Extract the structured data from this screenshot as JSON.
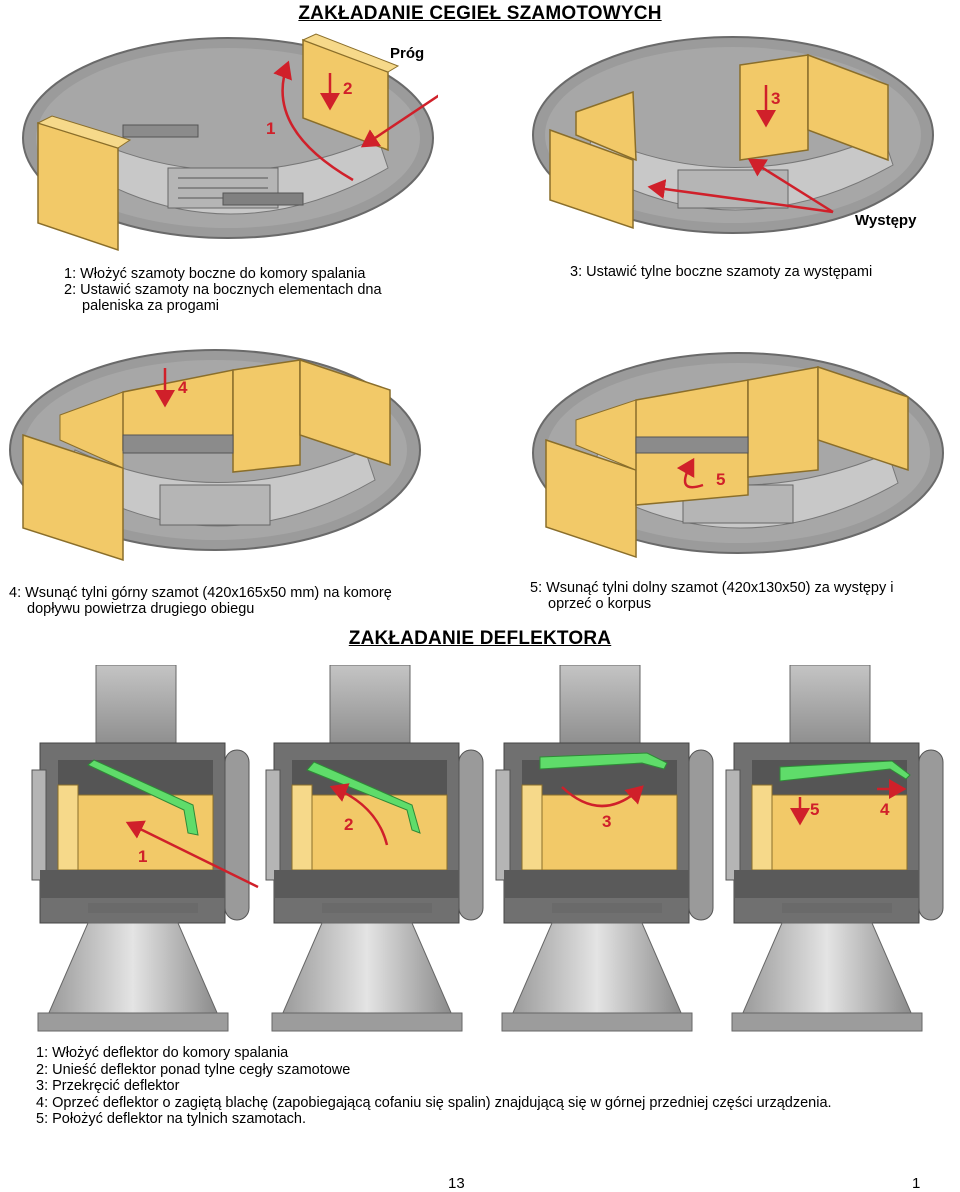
{
  "section1": {
    "title": "ZAKŁADANIE CEGIEŁ SZAMOTOWYCH",
    "figure1": {
      "label_prog": "Próg",
      "step_a": "1",
      "step_b": "2"
    },
    "figure2": {
      "label_wystepy": "Występy",
      "step": "3"
    },
    "figure3": {
      "step": "4"
    },
    "figure4": {
      "step": "5"
    },
    "caption1": [
      "1: Włożyć szamoty boczne do komory spalania",
      "2: Ustawić szamoty na bocznych elementach dna",
      "paleniska za progami"
    ],
    "caption2": [
      "3: Ustawić tylne boczne szamoty za występami"
    ],
    "caption3": [
      "4: Wsunąć tylni górny szamot (420x165x50 mm) na komorę",
      "dopływu powietrza drugiego obiegu"
    ],
    "caption4": [
      "5: Wsunąć tylni dolny szamot (420x130x50) za występy i",
      "oprzeć o korpus"
    ]
  },
  "section2": {
    "title": "ZAKŁADANIE DEFLEKTORA",
    "stove1": {
      "step": "1"
    },
    "stove2": {
      "step": "2"
    },
    "stove3": {
      "step": "3"
    },
    "stove4": {
      "step_a": "5",
      "step_b": "4"
    },
    "steps": [
      "1: Włożyć deflektor do komory spalania",
      "2: Unieść deflektor ponad tylne cegły szamotowe",
      "3: Przekręcić deflektor",
      "4: Oprzeć deflektor o zagiętą blachę (zapobiegającą cofaniu się spalin) znajdującą się w górnej przedniej części urządzenia.",
      "5: Położyć deflektor na tylnich szamotach."
    ]
  },
  "footer": {
    "page_left": "13",
    "page_right": "1"
  },
  "colors": {
    "arrow": "#d0202a",
    "brick": "#f2c968",
    "deflector": "#5fdc6a",
    "metal": "#a9a9a9"
  }
}
